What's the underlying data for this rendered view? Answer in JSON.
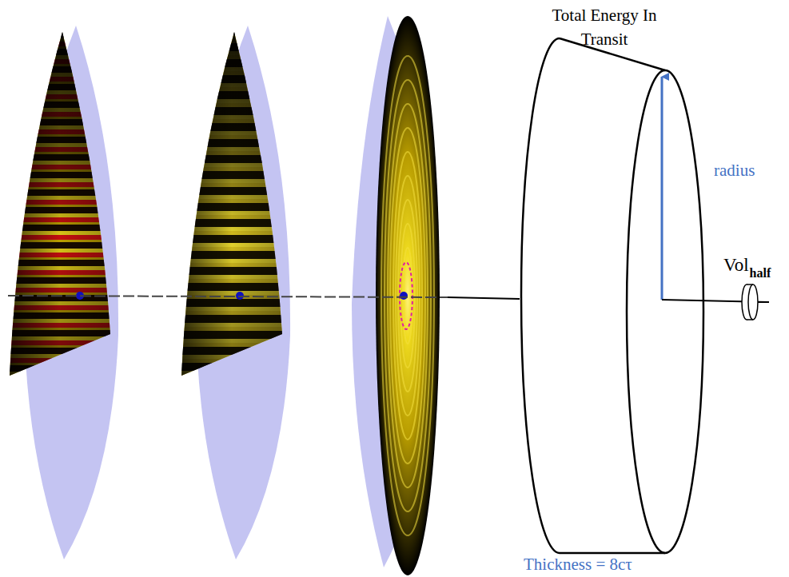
{
  "diagram": {
    "labels": [
      "Total Energy In Transit",
      "radius",
      "Vol",
      "half",
      "Thickness = 8cτ"
    ]
  }
}
